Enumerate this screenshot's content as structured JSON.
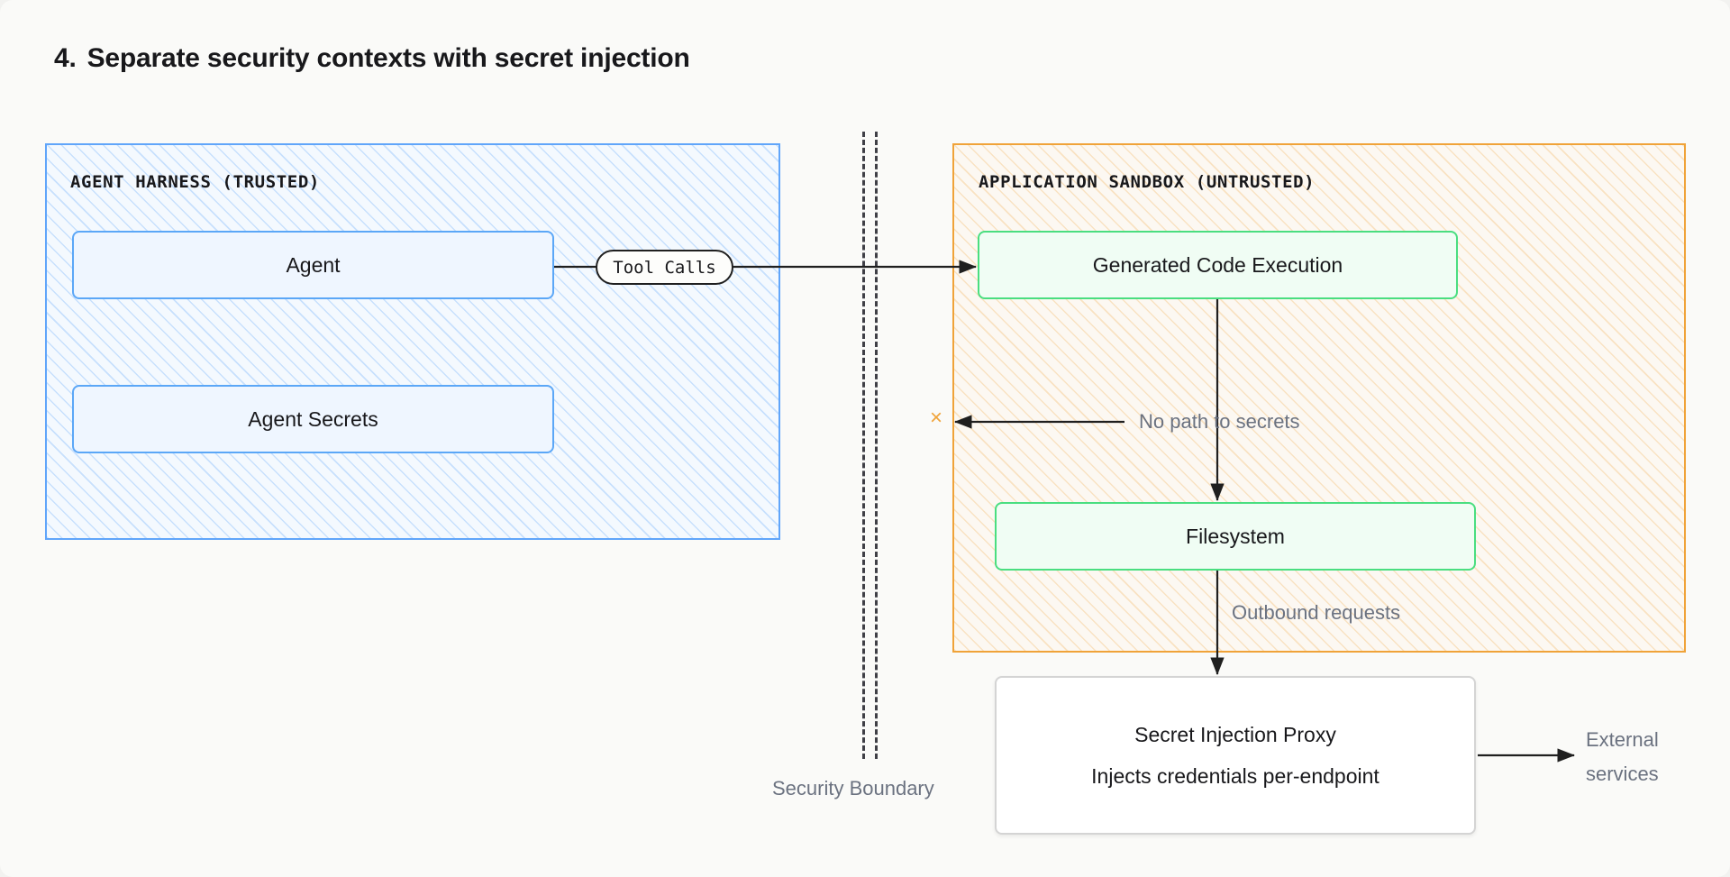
{
  "title": {
    "number": "4.",
    "text": "Separate security contexts with secret injection"
  },
  "zones": [
    {
      "id": "trusted",
      "label": "AGENT HARNESS (TRUSTED)",
      "accent": "#60A5FA",
      "fill": "#F4F9FE"
    },
    {
      "id": "untrusted",
      "label": "APPLICATION SANDBOX (UNTRUSTED)",
      "accent": "#F0A339",
      "fill": "#FCF8F2"
    }
  ],
  "nodes": {
    "agent": {
      "label": "Agent",
      "accent": "#5BA7F7",
      "fill": "#EFF6FF"
    },
    "agent_secrets": {
      "label": "Agent Secrets",
      "accent": "#5BA7F7",
      "fill": "#EFF6FF"
    },
    "generated_code": {
      "label": "Generated Code Execution",
      "accent": "#4ADE80",
      "fill": "#F0FDF4"
    },
    "filesystem": {
      "label": "Filesystem",
      "accent": "#4ADE80",
      "fill": "#F0FDF4"
    },
    "proxy": {
      "line1": "Secret Injection Proxy",
      "line2": "Injects credentials per-endpoint",
      "accent": "#D4D4D4",
      "fill": "#FFFFFF"
    }
  },
  "edges": {
    "tool_calls": "Tool Calls",
    "no_path_to_secrets": "No path to secrets",
    "outbound_requests": "Outbound requests",
    "external_services": "External services"
  },
  "boundary": {
    "label": "Security Boundary",
    "blocked_marker": "×",
    "blocked_marker_color": "#F0A339"
  }
}
